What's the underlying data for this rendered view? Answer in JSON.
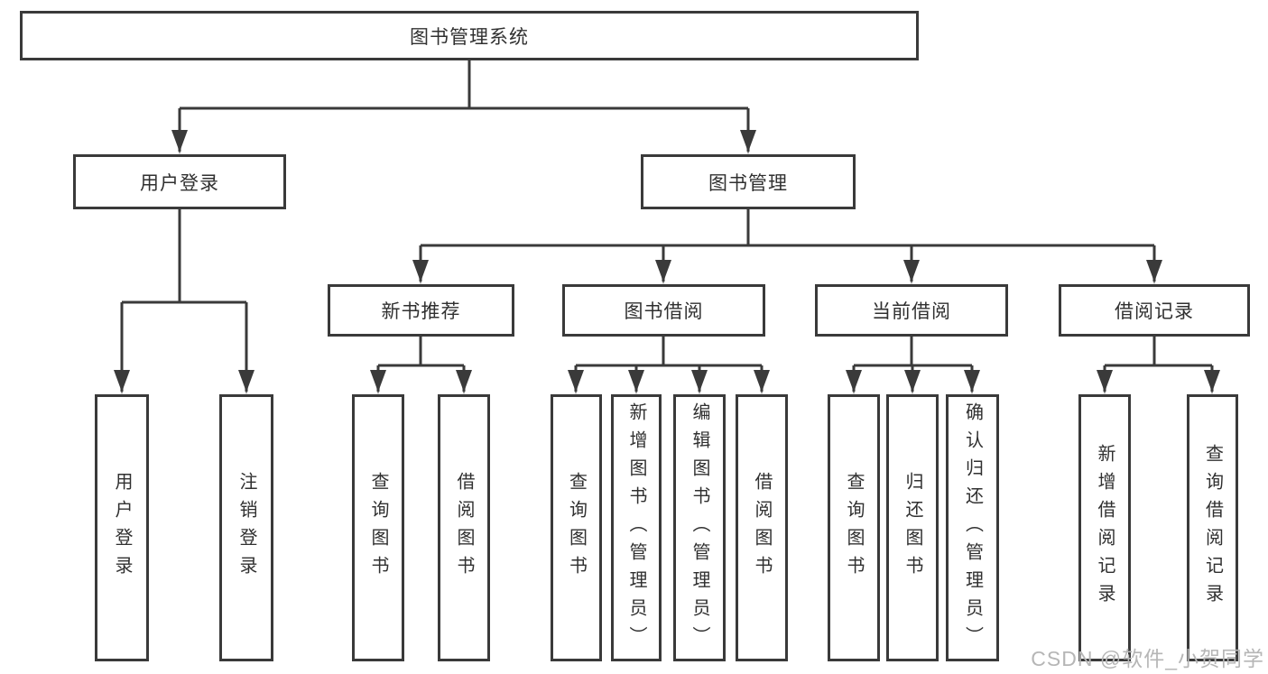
{
  "diagram_title": "图书管理系统",
  "nodes": {
    "root": {
      "label": "图书管理系统"
    },
    "user_login": {
      "label": "用户登录"
    },
    "book_management": {
      "label": "图书管理"
    },
    "new_book_recommend": {
      "label": "新书推荐"
    },
    "book_borrowing": {
      "label": "图书借阅"
    },
    "current_borrowing": {
      "label": "当前借阅"
    },
    "borrowing_records": {
      "label": "借阅记录"
    },
    "leaf_user_login": {
      "label": "用户登录"
    },
    "leaf_logout": {
      "label": "注销登录"
    },
    "leaf_query_books_recommend": {
      "label": "查询图书"
    },
    "leaf_borrow_books_recommend": {
      "label": "借阅图书"
    },
    "leaf_query_books_borrowing": {
      "label": "查询图书"
    },
    "leaf_add_books_admin": {
      "label": "新增图书（管理员）"
    },
    "leaf_edit_books_admin": {
      "label": "编辑图书（管理员）"
    },
    "leaf_borrow_books_borrowing": {
      "label": "借阅图书"
    },
    "leaf_query_books_current": {
      "label": "查询图书"
    },
    "leaf_return_books": {
      "label": "归还图书"
    },
    "leaf_confirm_return_admin": {
      "label": "确认归还（管理员）"
    },
    "leaf_add_borrow_record": {
      "label": "新增借阅记录"
    },
    "leaf_query_borrow_record": {
      "label": "查询借阅记录"
    }
  },
  "watermark": {
    "text": "CSDN @软件_小贺同学"
  },
  "colors": {
    "line": "#3a3a3a",
    "text": "#303030",
    "watermark": "#b6b6b6",
    "background": "#ffffff"
  }
}
